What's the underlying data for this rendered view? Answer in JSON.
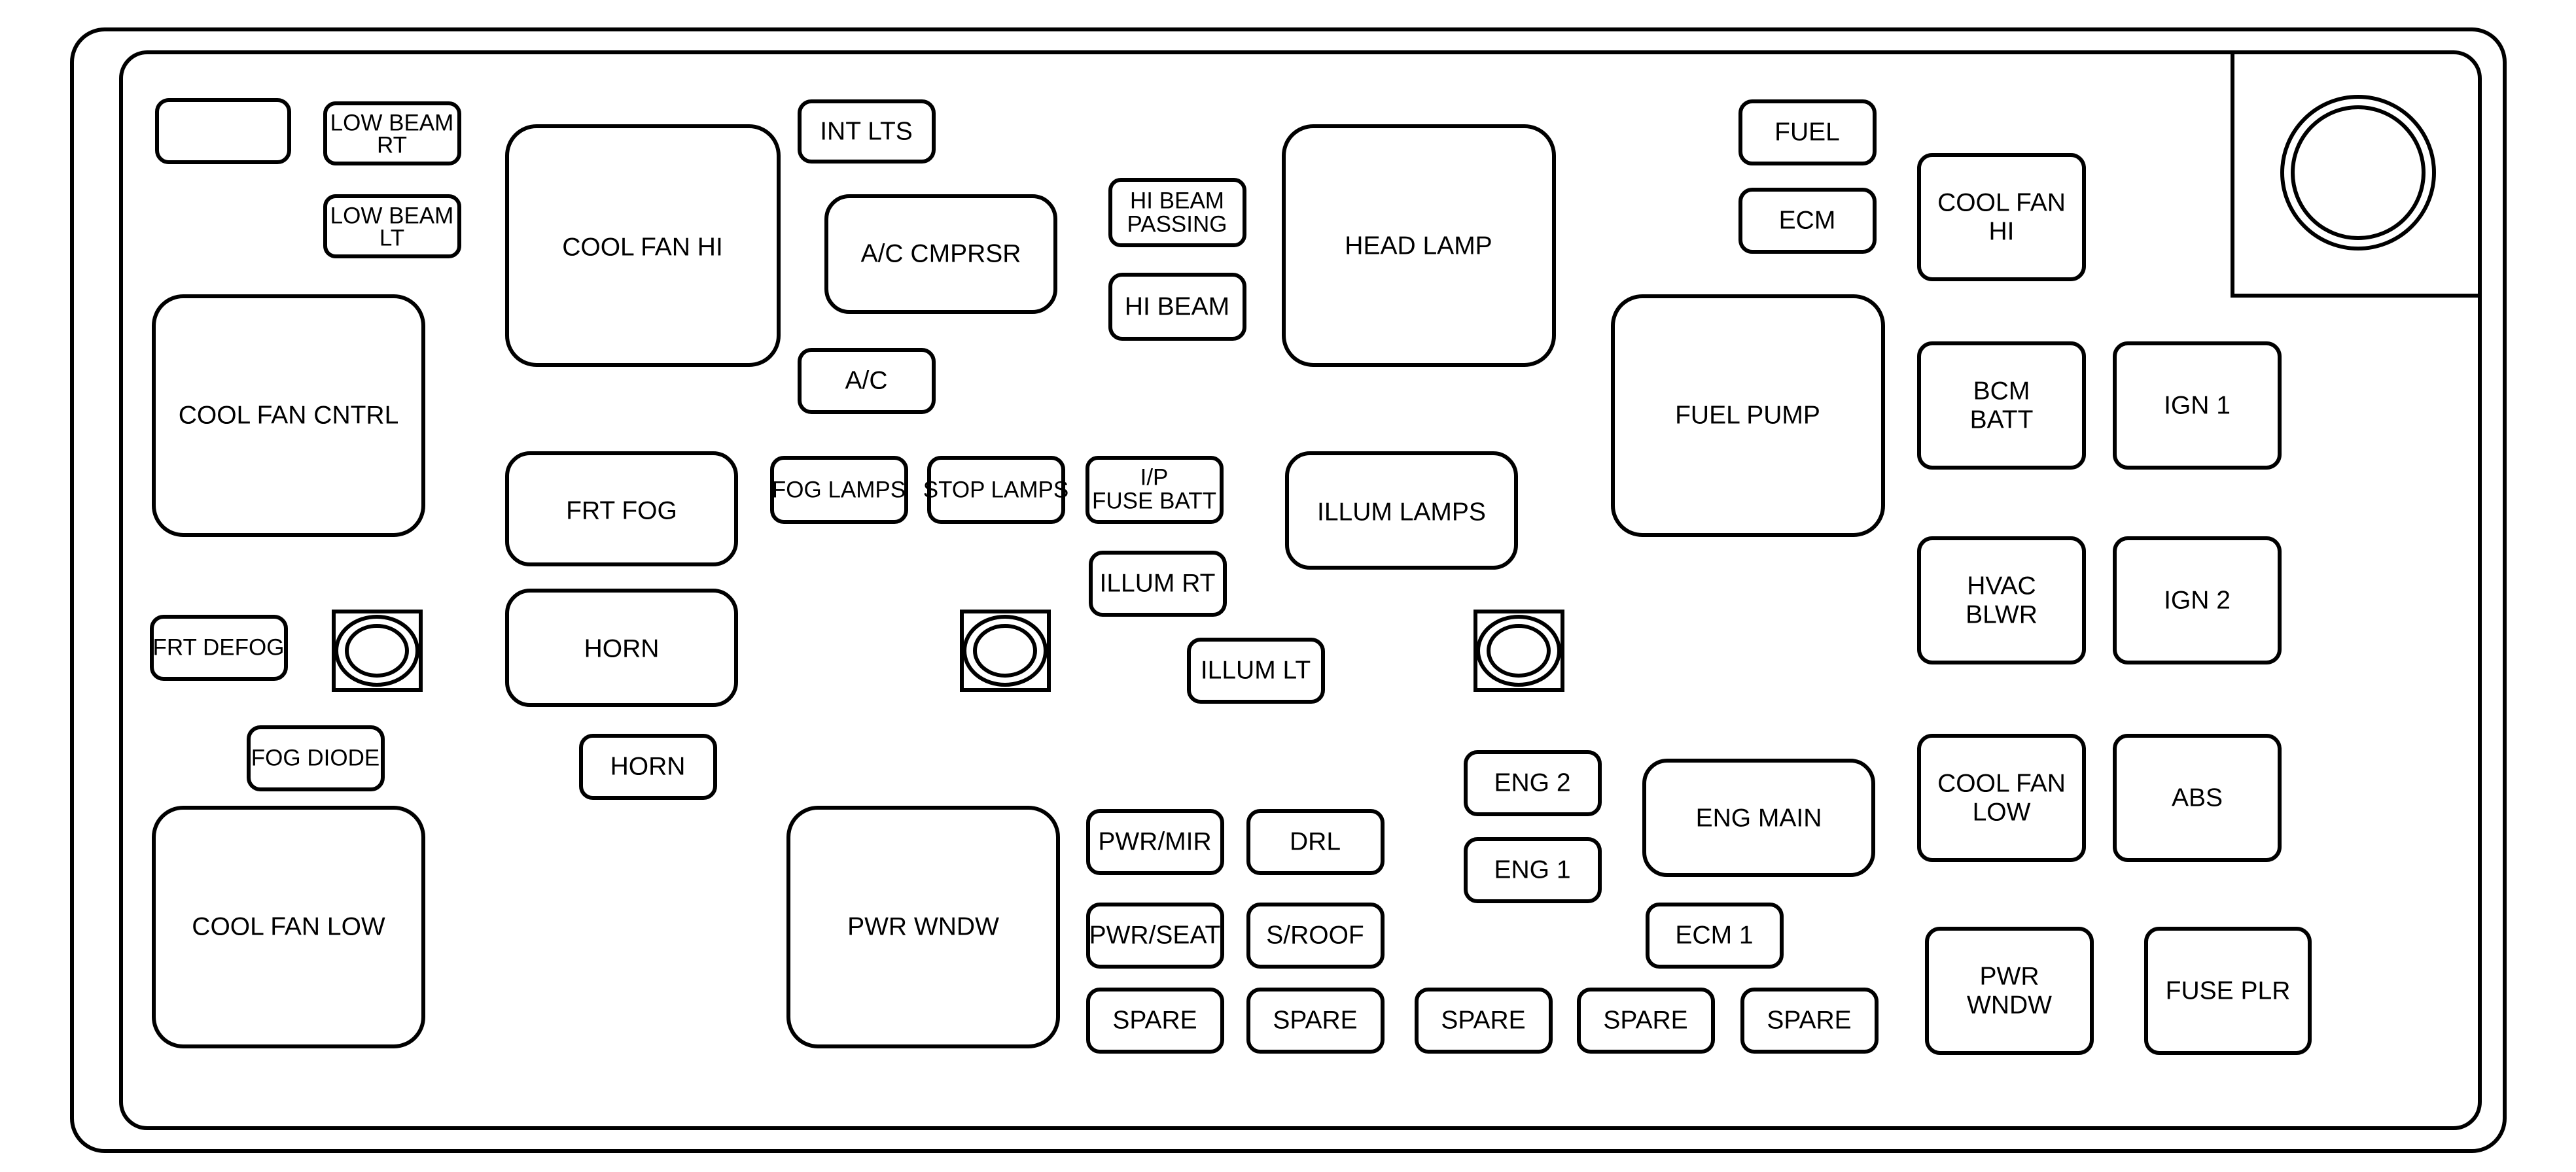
{
  "colors": {
    "stroke": "#000000",
    "background": "#ffffff"
  },
  "components": {
    "blank_fuse": "",
    "low_beam_rt": [
      "LOW BEAM",
      "RT"
    ],
    "low_beam_lt": [
      "LOW BEAM",
      "LT"
    ],
    "cool_fan_hi_relay": "COOL FAN HI",
    "int_lts": "INT LTS",
    "ac_cmprsr": "A/C CMPRSR",
    "hi_beam_passing": [
      "HI BEAM",
      "PASSING"
    ],
    "hi_beam": "HI BEAM",
    "head_lamp": "HEAD LAMP",
    "fuel": "FUEL",
    "ecm": "ECM",
    "cool_fan_hi_fuse": [
      "COOL FAN",
      "HI"
    ],
    "cool_fan_cntrl": "COOL FAN CNTRL",
    "ac": "A/C",
    "fuel_pump": "FUEL PUMP",
    "bcm_batt": [
      "BCM",
      "BATT"
    ],
    "ign1": "IGN 1",
    "frt_fog": "FRT FOG",
    "fog_lamps": "FOG LAMPS",
    "stop_lamps": "STOP LAMPS",
    "ip_fuse_batt": [
      "I/P",
      "FUSE BATT"
    ],
    "illum_lamps": "ILLUM LAMPS",
    "illum_rt": "ILLUM RT",
    "hvac_blwr": [
      "HVAC",
      "BLWR"
    ],
    "ign2": "IGN 2",
    "frt_defog": "FRT DEFOG",
    "horn_relay": "HORN",
    "illum_lt": "ILLUM LT",
    "fog_diode": "FOG DIODE",
    "horn_fuse": "HORN",
    "eng2": "ENG 2",
    "eng_main": "ENG MAIN",
    "cool_fan_low_fuse": [
      "COOL FAN",
      "LOW"
    ],
    "abs": "ABS",
    "cool_fan_low_relay": "COOL FAN LOW",
    "pwr_wndw_relay": "PWR WNDW",
    "pwr_mir": "PWR/MIR",
    "drl": "DRL",
    "eng1": "ENG 1",
    "pwr_seat": "PWR/SEAT",
    "s_roof": "S/ROOF",
    "ecm1": "ECM 1",
    "pwr_wndw_fuse": [
      "PWR",
      "WNDW"
    ],
    "fuse_plr": "FUSE PLR",
    "spare": [
      "SPARE",
      "SPARE",
      "SPARE",
      "SPARE",
      "SPARE"
    ]
  }
}
